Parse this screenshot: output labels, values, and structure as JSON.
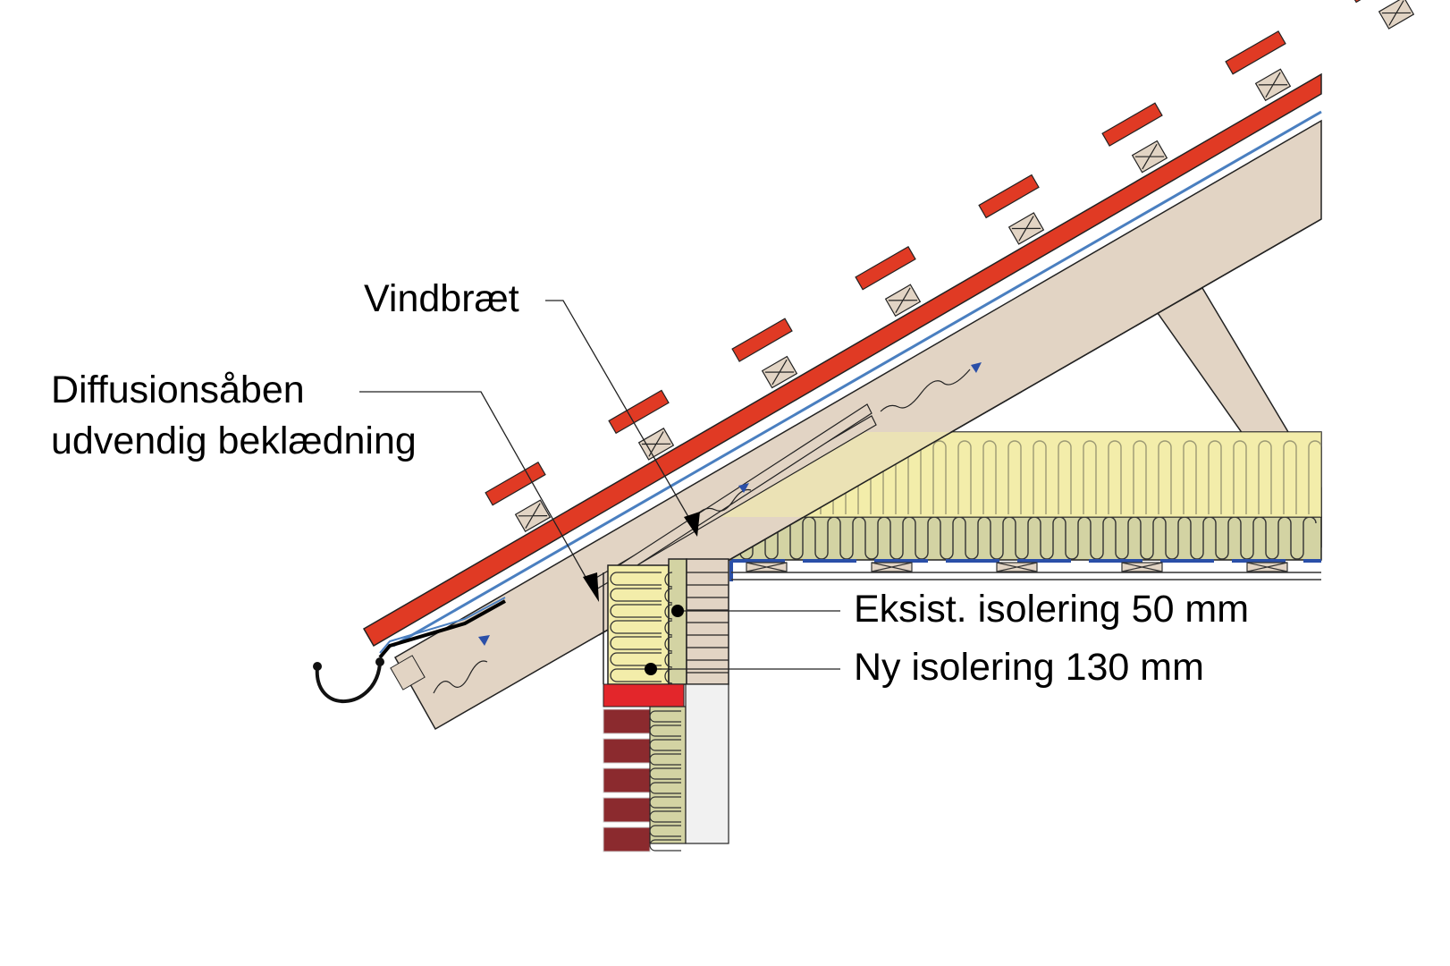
{
  "labels": {
    "vindbraet": "Vindbræt",
    "diffusion_line1": "Diffusionsåben",
    "diffusion_line2": "udvendig beklædning",
    "eksist": "Eksist. isolering 50 mm",
    "ny": "Ny isolering 130 mm"
  },
  "colors": {
    "tile": "#e03a24",
    "wood": "#e2d4c4",
    "insulation_new": "#f3edaa",
    "insulation_old": "#d3d3a3",
    "insulation_tan": "#e8d3a0",
    "brick": "#8b2a2e",
    "red_band": "#e3262b",
    "membrane": "#4a7fc0",
    "vapour": "#2a4fa8"
  }
}
